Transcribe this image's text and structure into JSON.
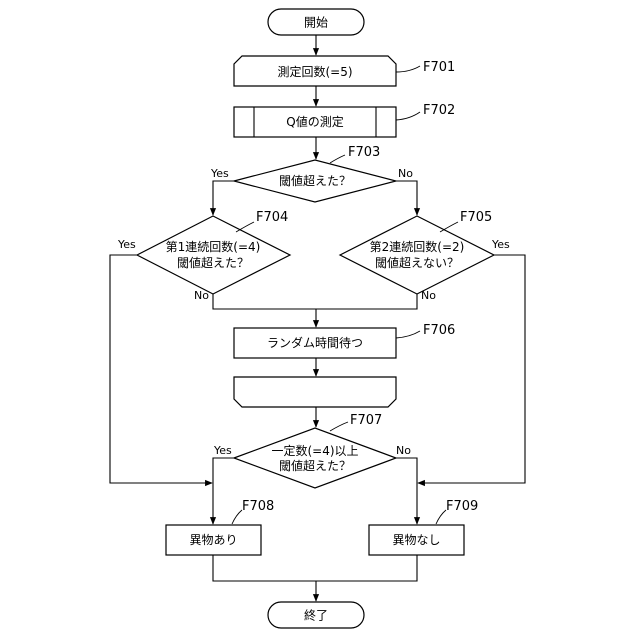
{
  "nodes": {
    "start": "開始",
    "measure_count": "測定回数(=5)",
    "q_measure": "Q値の測定",
    "threshold_exceeded": "閾値超えた？",
    "first_consecutive_l1": "第1連続回数(=4)",
    "first_consecutive_l2": "閾値超えた？",
    "second_consecutive_l1": "第2連続回数(=2)",
    "second_consecutive_l2": "閾値超えない？",
    "random_wait": "ランダム時間待つ",
    "loop_end": "",
    "fixed_count_l1": "一定数(=4)以上",
    "fixed_count_l2": "閾値超えた？",
    "abnormal": "異物あり",
    "normal": "異物なし",
    "end": "終了"
  },
  "refs": {
    "f701": "F701",
    "f702": "F702",
    "f703": "F703",
    "f704": "F704",
    "f705": "F705",
    "f706": "F706",
    "f707": "F707",
    "f708": "F708",
    "f709": "F709"
  },
  "branch_labels": {
    "yes": "Yes",
    "no": "No"
  }
}
